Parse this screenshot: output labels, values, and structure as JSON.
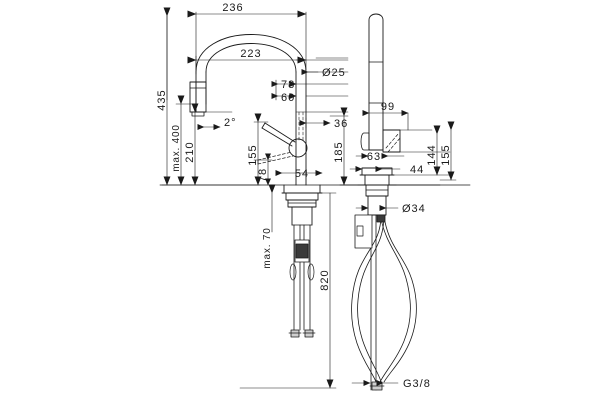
{
  "drawing": {
    "type": "technical-dimension-drawing",
    "subject": "Kitchen mixer tap with pull-down spray",
    "units": "mm",
    "background_color": "#ffffff",
    "line_color": "#1a1a1a",
    "views": [
      {
        "name": "front-elevation",
        "label": ""
      },
      {
        "name": "side-elevation",
        "label": ""
      }
    ],
    "dimensions": {
      "top_width": "236",
      "spout_reach": "223",
      "spout_outlet_diameter": "Ø25",
      "overall_height": "435",
      "max_swivel_height": "max. 400",
      "handle_height": "210",
      "angle": "2°",
      "offset_78_upper": "78",
      "offset_60": "60",
      "offset_36": "36",
      "height_185": "185",
      "height_155_front": "155",
      "offset_78_lower": "78",
      "width_54": "54",
      "max_counter_thickness": "max. 70",
      "shank_diameter": "Ø34",
      "hose_length": "820",
      "connection_thread": "G3/8",
      "side_99": "99",
      "side_63": "63",
      "side_44_lower": "44",
      "side_144": "144",
      "side_155": "155"
    }
  }
}
